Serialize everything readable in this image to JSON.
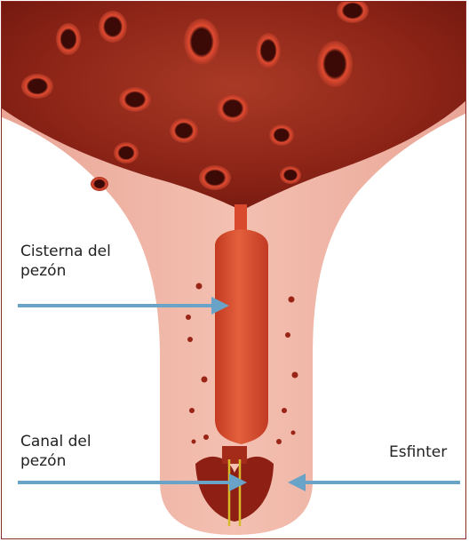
{
  "labels": {
    "cistern": {
      "line1": "Cisterna del",
      "line2": "pezón"
    },
    "canal": {
      "line1": "Canal del",
      "line2": "pezón"
    },
    "sphincter": "Esfinter"
  },
  "colors": {
    "tissue_dark": "#7e1a12",
    "tissue_mid": "#a8321f",
    "teat_skin": "#f1b8a8",
    "cistern": "#d9492d",
    "arrow": "#6aa3c8",
    "canal_line": "#d8b92a",
    "border": "#8a2a22"
  }
}
